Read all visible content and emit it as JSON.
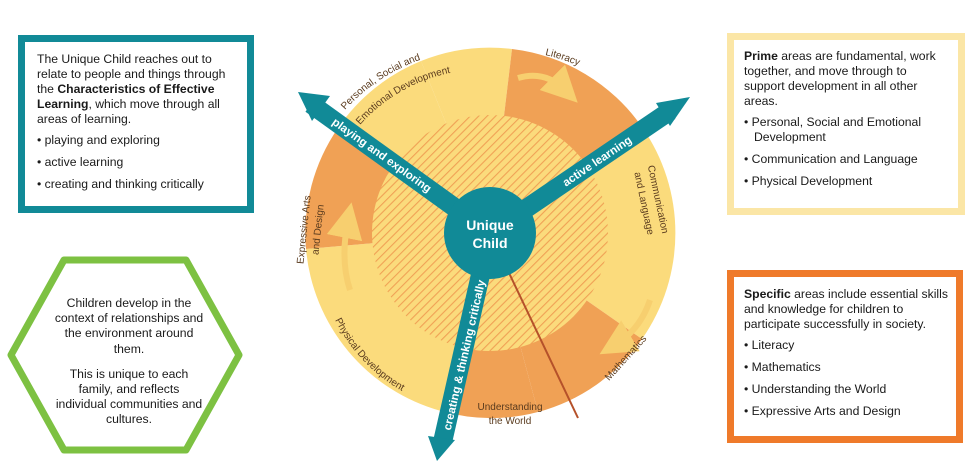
{
  "teal_box": {
    "text_pre": "The Unique Child reaches out to relate to people and things through the ",
    "text_bold": "Characteristics of Effective Learning",
    "text_post": ", which move through all areas of learning.",
    "items": [
      "playing and exploring",
      "active learning",
      "creating and thinking critically"
    ]
  },
  "hexagon": {
    "para1": "Children develop in the context of relationships and the environment around them.",
    "para2": "This is unique to each family, and reflects individual communities and cultures."
  },
  "prime_box": {
    "bold": "Prime",
    "text": " areas are fundamental, work together, and move through to support development in all other areas.",
    "items": [
      "Personal, Social and Emotional Development",
      "Communication and Language",
      "Physical Development"
    ]
  },
  "specific_box": {
    "bold": "Specific",
    "text": " areas include essential skills and knowledge for children to participate successfully in society.",
    "items": [
      "Literacy",
      "Mathematics",
      "Understanding the World",
      "Expressive Arts and Design"
    ]
  },
  "wheel": {
    "center_line1": "Unique",
    "center_line2": "Child",
    "arrow_playing": "playing and exploring",
    "arrow_active": "active learning",
    "arrow_creating": "creating & thinking critically",
    "seg_psed_1": "Personal, Social and",
    "seg_psed_2": "Emotional Development",
    "seg_literacy": "Literacy",
    "seg_comm_1": "Communication",
    "seg_comm_2": "and Language",
    "seg_maths": "Mathematics",
    "seg_utw_1": "Understanding",
    "seg_utw_2": "the World",
    "seg_physical": "Physical Development",
    "seg_ead_1": "Expressive Arts",
    "seg_ead_2": "and Design"
  },
  "colors": {
    "teal": "#118a97",
    "prime_yellow": "#fbe6a6",
    "specific_orange": "#ef7a2a",
    "hex_green": "#7dc142",
    "wheel_yellow": "#fbdb7c",
    "wheel_orange": "#f0a155"
  }
}
